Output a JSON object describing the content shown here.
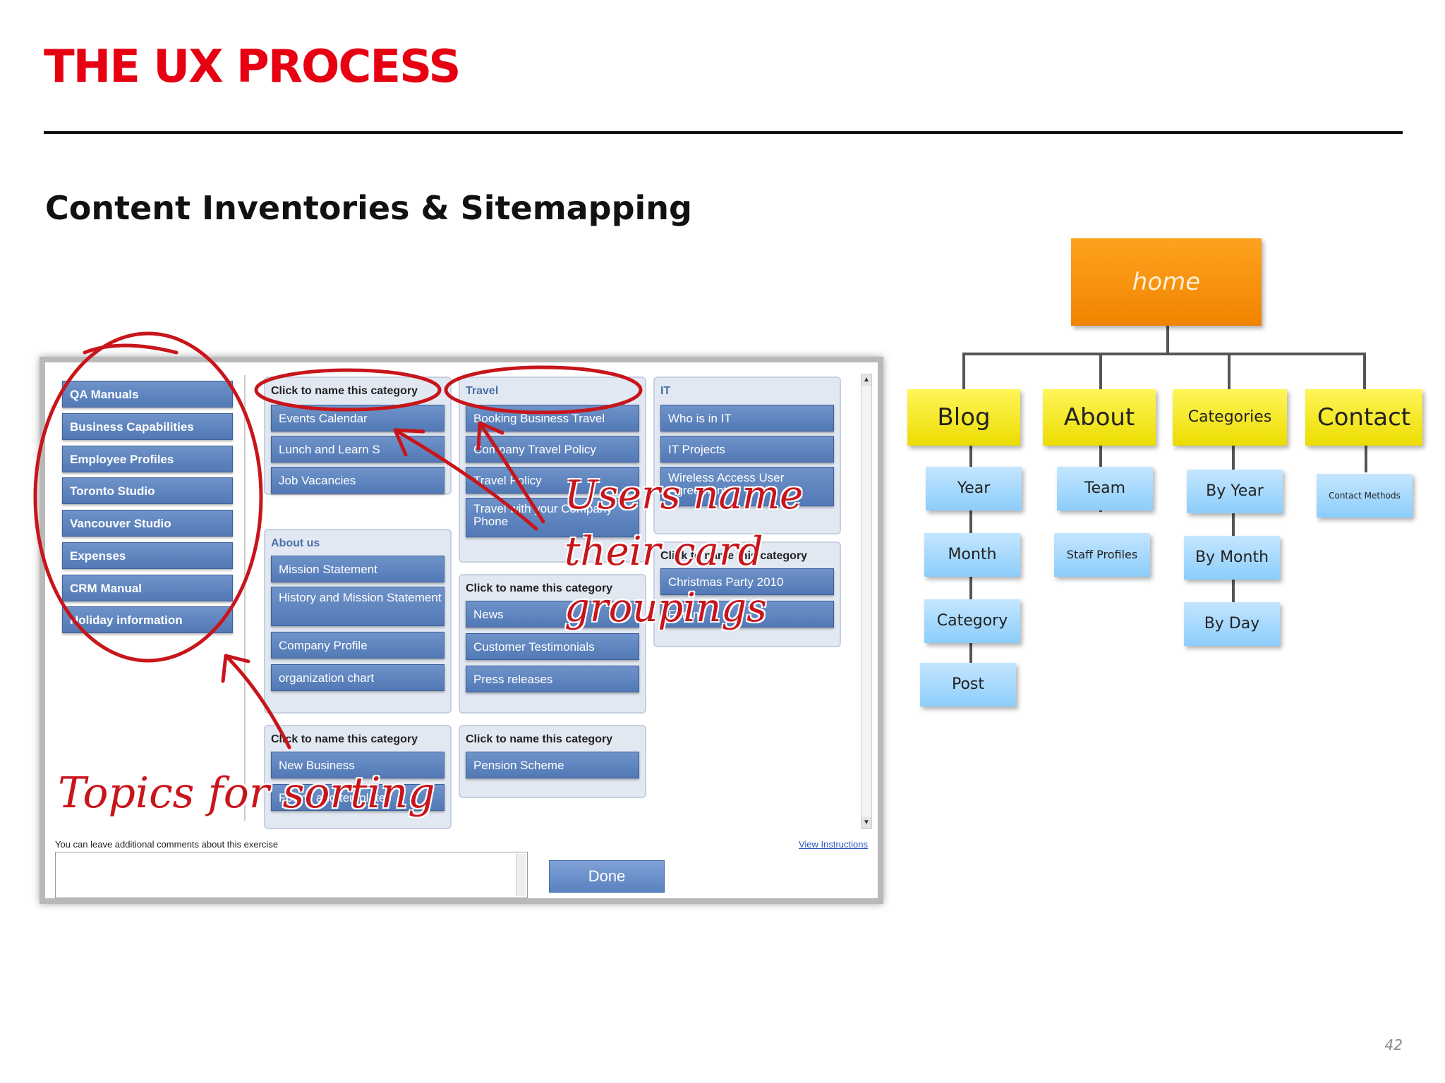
{
  "slide": {
    "title": "THE UX PROCESS",
    "subtitle": "Content Inventories & Sitemapping",
    "page_number": "42"
  },
  "card_sort": {
    "topics": [
      "QA Manuals",
      "Business Capabilities",
      "Employee Profiles",
      "Toronto Studio",
      "Vancouver Studio",
      "Expenses",
      "CRM Manual",
      "Holiday information"
    ],
    "groups": [
      {
        "header": "Click to name this category",
        "cards": [
          "Events Calendar",
          "Lunch and Learn S",
          "Job Vacancies"
        ]
      },
      {
        "header": "Travel",
        "cards": [
          "Booking Business Travel",
          "Company Travel Policy",
          "Travel Policy",
          "Travel with your Company Phone"
        ]
      },
      {
        "header": "IT",
        "cards": [
          "Who is in IT",
          "IT Projects",
          "Wireless Access User Agreement"
        ]
      },
      {
        "header": "About us",
        "cards": [
          "Mission Statement",
          "History and Mission Statement",
          "Company Profile",
          "organization chart"
        ]
      },
      {
        "header": "Click to name this category",
        "cards": [
          "News",
          "Customer Testimonials",
          "Press releases"
        ]
      },
      {
        "header": "Click to name this category",
        "cards": [
          "Christmas Party 2010",
          "Forum"
        ]
      },
      {
        "header": "Click to name this category",
        "cards": [
          "New Business",
          "Forms and templates"
        ]
      },
      {
        "header": "Click to name this category",
        "cards": [
          "Pension Scheme"
        ]
      }
    ],
    "comments_label": "You can leave additional comments about this exercise",
    "view_instructions": "View Instructions",
    "done_label": "Done",
    "scroll_up": "▲",
    "scroll_down": "▼",
    "annotations": {
      "users_name": "Users name",
      "their_card": "their card",
      "groupings": "groupings",
      "topics_for_sorting": "Topics for sorting",
      "color": "#c8151b"
    }
  },
  "sitemap": {
    "root": "home",
    "branches": [
      {
        "label": "Blog",
        "children": [
          "Year",
          "Month",
          "Category",
          "Post"
        ]
      },
      {
        "label": "About",
        "children": [
          "Team",
          "Staff Profiles"
        ]
      },
      {
        "label": "Categories",
        "children": [
          "By Year",
          "By Month",
          "By Day"
        ]
      },
      {
        "label": "Contact",
        "children": [
          "Contact Methods"
        ]
      }
    ],
    "colors": {
      "root": "#f08400",
      "level1": "#ecdc00",
      "level2": "#8ccdfb"
    }
  }
}
